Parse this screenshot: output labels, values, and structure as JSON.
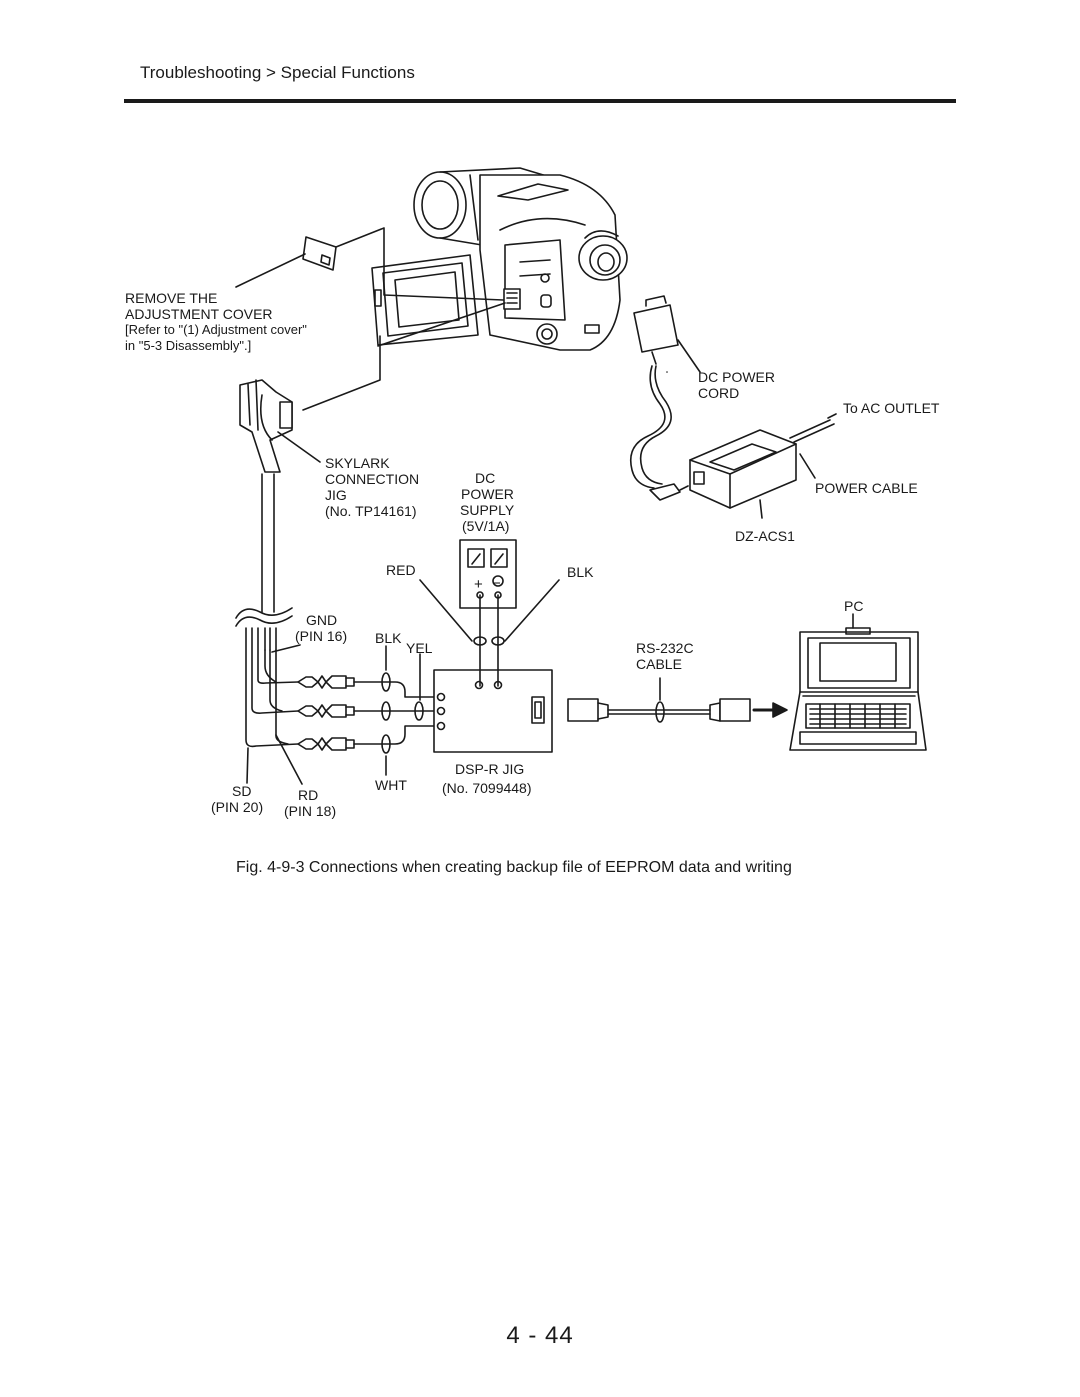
{
  "header": {
    "breadcrumb": "Troubleshooting > Special Functions"
  },
  "labels": {
    "remove_cover": [
      "REMOVE THE",
      "ADJUSTMENT COVER",
      "[Refer to \"(1) Adjustment cover\"",
      "in \"5-3 Disassembly\".]"
    ],
    "dc_power_cord": [
      "DC POWER",
      "CORD"
    ],
    "to_ac_outlet": "To AC OUTLET",
    "skylark_jig": [
      "SKYLARK",
      "CONNECTION",
      "JIG",
      "(No. TP14161)"
    ],
    "dc_power_supply": [
      "DC",
      "POWER",
      "SUPPLY",
      "(5V/1A)"
    ],
    "power_cable": "POWER CABLE",
    "dz_acs1": "DZ-ACS1",
    "red": "RED",
    "blk_supply": "BLK",
    "pc": "PC",
    "gnd": [
      "GND",
      "(PIN 16)"
    ],
    "blk": "BLK",
    "yel": "YEL",
    "rs232c": [
      "RS-232C",
      "CABLE"
    ],
    "dsp_r_jig": [
      "DSP-R JIG",
      "(No. 7099448)"
    ],
    "wht": "WHT",
    "sd": [
      "SD",
      "(PIN 20)"
    ],
    "rd": [
      "RD",
      "(PIN 18)"
    ],
    "plus": "+",
    "minus": "−"
  },
  "caption": "Fig. 4-9-3 Connections when creating backup file of EEPROM data and writing",
  "page_number": "4 - 44"
}
